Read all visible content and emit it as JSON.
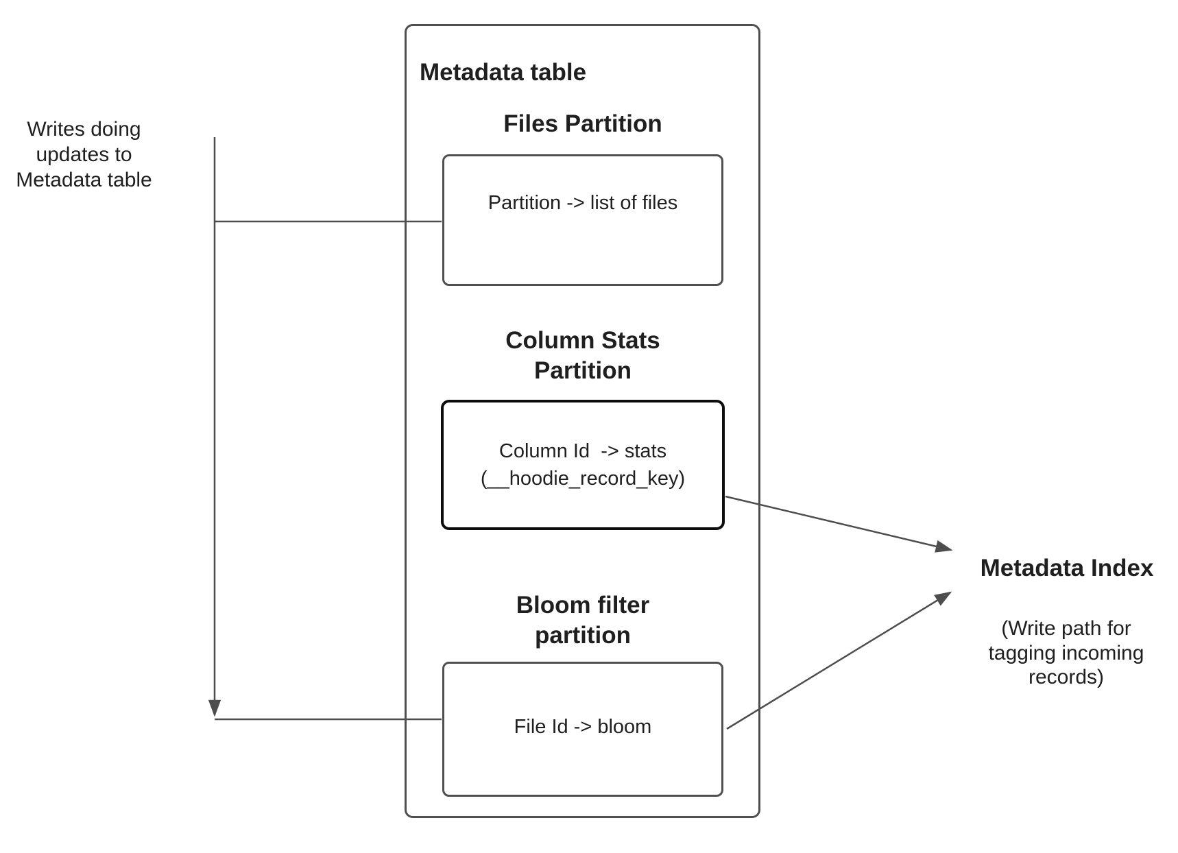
{
  "left_note": "Writes doing\nupdates to\nMetadata table",
  "metadata_table": {
    "title": "Metadata table",
    "files_partition": {
      "heading": "Files Partition",
      "box_label": "Partition -> list of files"
    },
    "column_stats_partition": {
      "heading": "Column Stats\nPartition",
      "box_label": "Column Id  -> stats\n(__hoodie_record_key)"
    },
    "bloom_filter_partition": {
      "heading": "Bloom filter\npartition",
      "box_label": "File Id -> bloom"
    }
  },
  "metadata_index": {
    "heading": "Metadata Index",
    "subtitle": "(Write path for\ntagging incoming\nrecords)"
  },
  "colors": {
    "background": "#ffffff",
    "connector_line": "#4d4d4d",
    "box_border": "#4f4f4f",
    "emphasis_box_border": "#0d0d0d",
    "text": "#1f1f1f"
  }
}
